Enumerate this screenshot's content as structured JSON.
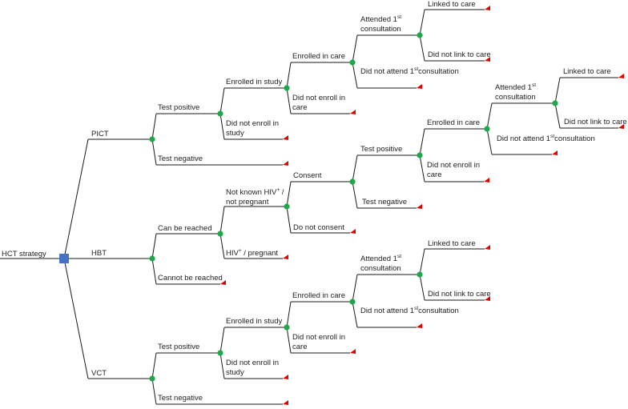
{
  "root": {
    "label": "HCT strategy"
  },
  "strategies": {
    "pict": "PICT",
    "hbt": "HBT",
    "vct": "VCT"
  },
  "pict": {
    "test_positive": "Test positive",
    "test_negative": "Test negative",
    "enrolled_in_study": "Enrolled in study",
    "did_not_enroll_study": [
      "Did not enroll in",
      "study"
    ],
    "enrolled_in_care": "Enrolled in care",
    "did_not_enroll_care": [
      "Did not enroll in",
      "care"
    ],
    "attended_1st": [
      "Attended 1",
      "st",
      "consultation"
    ],
    "did_not_attend_1st": [
      "Did not attend 1",
      "st",
      "consultation"
    ],
    "linked_to_care": "Linked to care",
    "did_not_link": "Did not link to care"
  },
  "hbt": {
    "can_be_reached": "Can be reached",
    "cannot_be_reached": "Cannot be reached",
    "not_known_hiv": [
      "Not known HIV",
      "+",
      " /",
      "not pregnant"
    ],
    "hiv_pregnant": [
      "HIV",
      "+",
      " / pregnant"
    ],
    "consent": "Consent",
    "do_not_consent": "Do not consent",
    "test_positive": "Test positive",
    "test_negative": "Test negative",
    "enrolled_in_care": "Enrolled in care",
    "did_not_enroll_care": [
      "Did not enroll in",
      "care"
    ],
    "attended_1st": [
      "Attended 1",
      "st",
      "consultation"
    ],
    "did_not_attend_1st": [
      "Did not attend 1",
      "st",
      "consultation"
    ],
    "linked_to_care": "Linked to care",
    "did_not_link": "Did not link to care"
  },
  "vct": {
    "test_positive": "Test positive",
    "test_negative": "Test negative",
    "enrolled_in_study": "Enrolled in study",
    "did_not_enroll_study": [
      "Did not enroll in",
      "study"
    ],
    "enrolled_in_care": "Enrolled in care",
    "did_not_enroll_care": [
      "Did not enroll in",
      "care"
    ],
    "attended_1st": [
      "Attended 1",
      "st",
      "consultation"
    ],
    "did_not_attend_1st": [
      "Did not attend 1",
      "st",
      "consultation"
    ],
    "linked_to_care": "Linked to care",
    "did_not_link": "Did not link to care"
  },
  "colors": {
    "line": "#1a1a1a",
    "decision_node": "#4472c4",
    "chance_node": "#1fa84a",
    "terminal_node": "#e00000"
  },
  "node_types": {
    "decision": "blue square",
    "chance": "green circle",
    "terminal": "red triangle"
  }
}
